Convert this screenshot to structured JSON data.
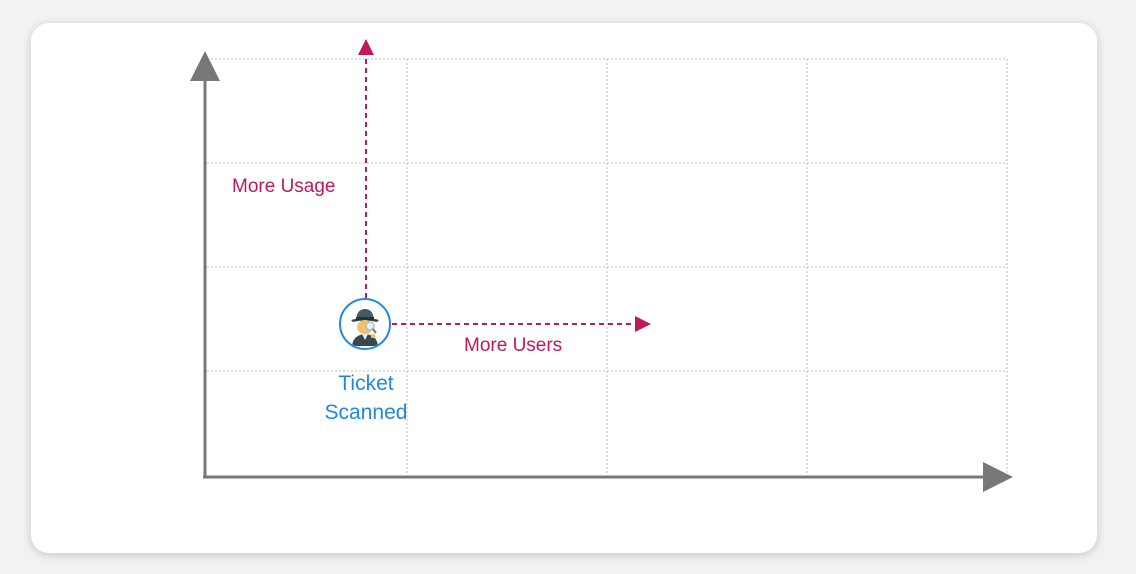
{
  "diagram": {
    "usage_label": "More Usage",
    "users_label": "More Users",
    "node": {
      "label_line1": "Ticket",
      "label_line2": "Scanned",
      "icon": "detective-icon"
    },
    "colors": {
      "axis": "#777777",
      "grid": "#bdbdbd",
      "arrow": "#c2185b",
      "node": "#1e88e5"
    }
  }
}
